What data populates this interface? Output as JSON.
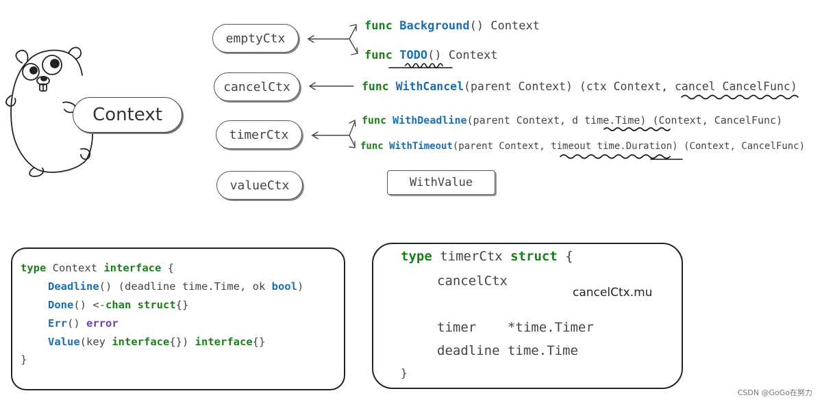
{
  "gopher_label": "Context",
  "impl_types": {
    "empty": "emptyCtx",
    "cancel": "cancelCtx",
    "timer": "timerCtx",
    "value": "valueCtx"
  },
  "funcs": {
    "background": {
      "kw": "func",
      "name": "Background",
      "sig": "() Context"
    },
    "todo": {
      "kw": "func",
      "name": "TODO",
      "sig": "() Context"
    },
    "with_cancel": {
      "kw": "func",
      "name": "WithCancel",
      "sig": "(parent Context) (ctx Context, cancel CancelFunc)"
    },
    "with_deadline": {
      "kw": "func",
      "name": "WithDeadline",
      "sig": "(parent Context, d time.Time) (Context, CancelFunc)"
    },
    "with_timeout": {
      "kw": "func",
      "name": "WithTimeout",
      "sig": "(parent Context, timeout time.Duration) (Context, CancelFunc)"
    },
    "with_value": "WithValue"
  },
  "interface_code": {
    "l1_kw": "type",
    "l1_name": " Context ",
    "l1_kw2": "interface",
    "l1_end": " {",
    "deadline_name": "Deadline",
    "deadline_sig": "() (deadline time.Time, ok ",
    "deadline_bool": "bool",
    "deadline_end": ")",
    "done_name": "Done",
    "done_sig": "() <-",
    "done_chan": "chan struct",
    "done_end": "{}",
    "err_name": "Err",
    "err_sig": "() ",
    "err_type": "error",
    "value_name": "Value",
    "value_sig1": "(key ",
    "value_kw1": "interface",
    "value_sig2": "{}) ",
    "value_kw2": "interface",
    "value_sig3": "{}",
    "close": "}"
  },
  "struct_code": {
    "kw1": "type",
    "name": " timerCtx ",
    "kw2": "struct",
    "open": " {",
    "field1": "cancelCtx",
    "note": "cancelCtx.mu",
    "field2": "timer    *time.Timer",
    "field3": "deadline time.Time",
    "close": "}"
  },
  "watermark": "CSDN @GoGo在努力"
}
